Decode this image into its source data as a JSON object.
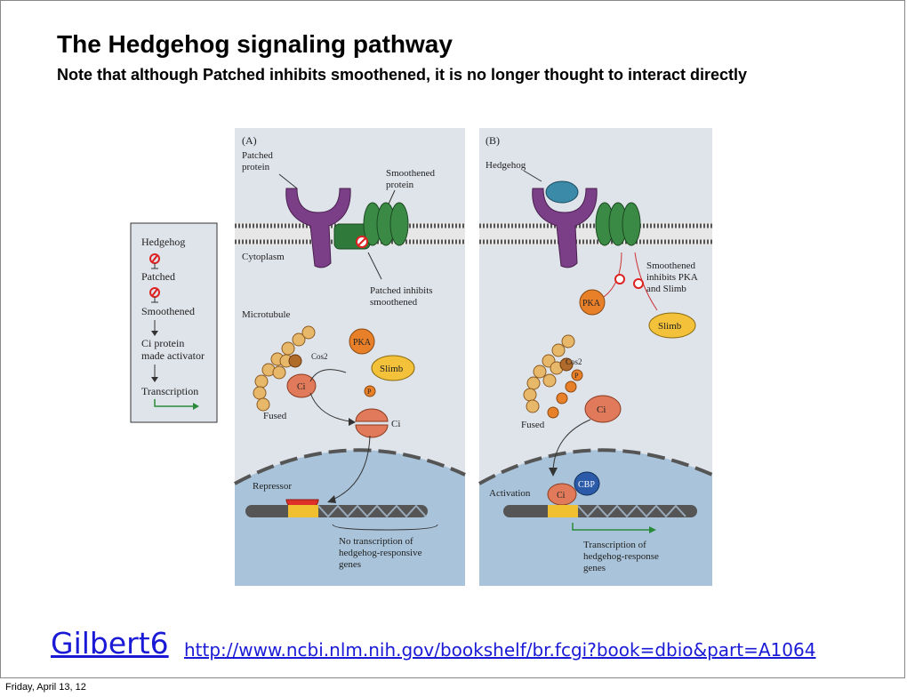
{
  "slide": {
    "title": "The Hedgehog signaling pathway",
    "subtitle": "Note that although Patched inhibits smoothened, it is no longer thought to interact directly",
    "link_main": "Gilbert6",
    "link_url": "http://www.ncbi.nlm.nih.gov/bookshelf/br.fcgi?book=dbio&part=A1064",
    "footer_date": "Friday, April 13, 12"
  },
  "figure": {
    "panel_a_label": "(A)",
    "panel_b_label": "(B)",
    "legend": {
      "items": [
        "Hedgehog",
        "Patched",
        "Smoothened",
        "Ci protein",
        "made activator",
        "Transcription"
      ]
    },
    "a": {
      "patched_protein_1": "Patched",
      "patched_protein_2": "protein",
      "smoothened_protein_1": "Smoothened",
      "smoothened_protein_2": "protein",
      "cytoplasm": "Cytoplasm",
      "patched_inhibits_1": "Patched inhibits",
      "patched_inhibits_2": "smoothened",
      "microtubule": "Microtubule",
      "pka": "PKA",
      "cos2": "Cos2",
      "slimb": "Slimb",
      "ci": "Ci",
      "p": "P",
      "fused": "Fused",
      "ci_cleaved": "Ci",
      "repressor": "Repressor",
      "no_transcription_1": "No transcription of",
      "no_transcription_2": "hedgehog-responsive",
      "no_transcription_3": "genes"
    },
    "b": {
      "hedgehog": "Hedgehog",
      "smoothened_inhibits_1": "Smoothened",
      "smoothened_inhibits_2": "inhibits PKA",
      "smoothened_inhibits_3": "and Slimb",
      "pka": "PKA",
      "slimb": "Slimb",
      "cos2": "Cos2",
      "p": "P",
      "fused": "Fused",
      "ci": "Ci",
      "activation": "Activation",
      "ci_active": "Ci",
      "cbp": "CBP",
      "transcription_1": "Transcription of",
      "transcription_2": "hedgehog-response",
      "transcription_3": "genes"
    }
  }
}
